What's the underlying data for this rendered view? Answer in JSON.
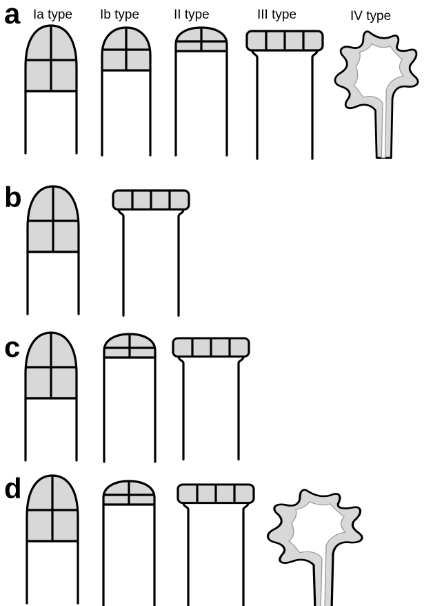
{
  "figure": {
    "colors": {
      "cap_fill": "#d8d8d8",
      "outline": "#000000",
      "background": "#ffffff"
    },
    "column_labels": [
      "Ia type",
      "Ib type",
      "II type",
      "III type",
      "IV type"
    ],
    "panels": [
      {
        "letter": "a",
        "shapes": [
          "Ia",
          "Ib",
          "II",
          "III",
          "IV"
        ]
      },
      {
        "letter": "b",
        "shapes": [
          "Ia",
          "III"
        ]
      },
      {
        "letter": "c",
        "shapes": [
          "Ia",
          "II",
          "III"
        ]
      },
      {
        "letter": "d",
        "shapes": [
          "Ia",
          "II",
          "III",
          "IV"
        ]
      }
    ]
  }
}
